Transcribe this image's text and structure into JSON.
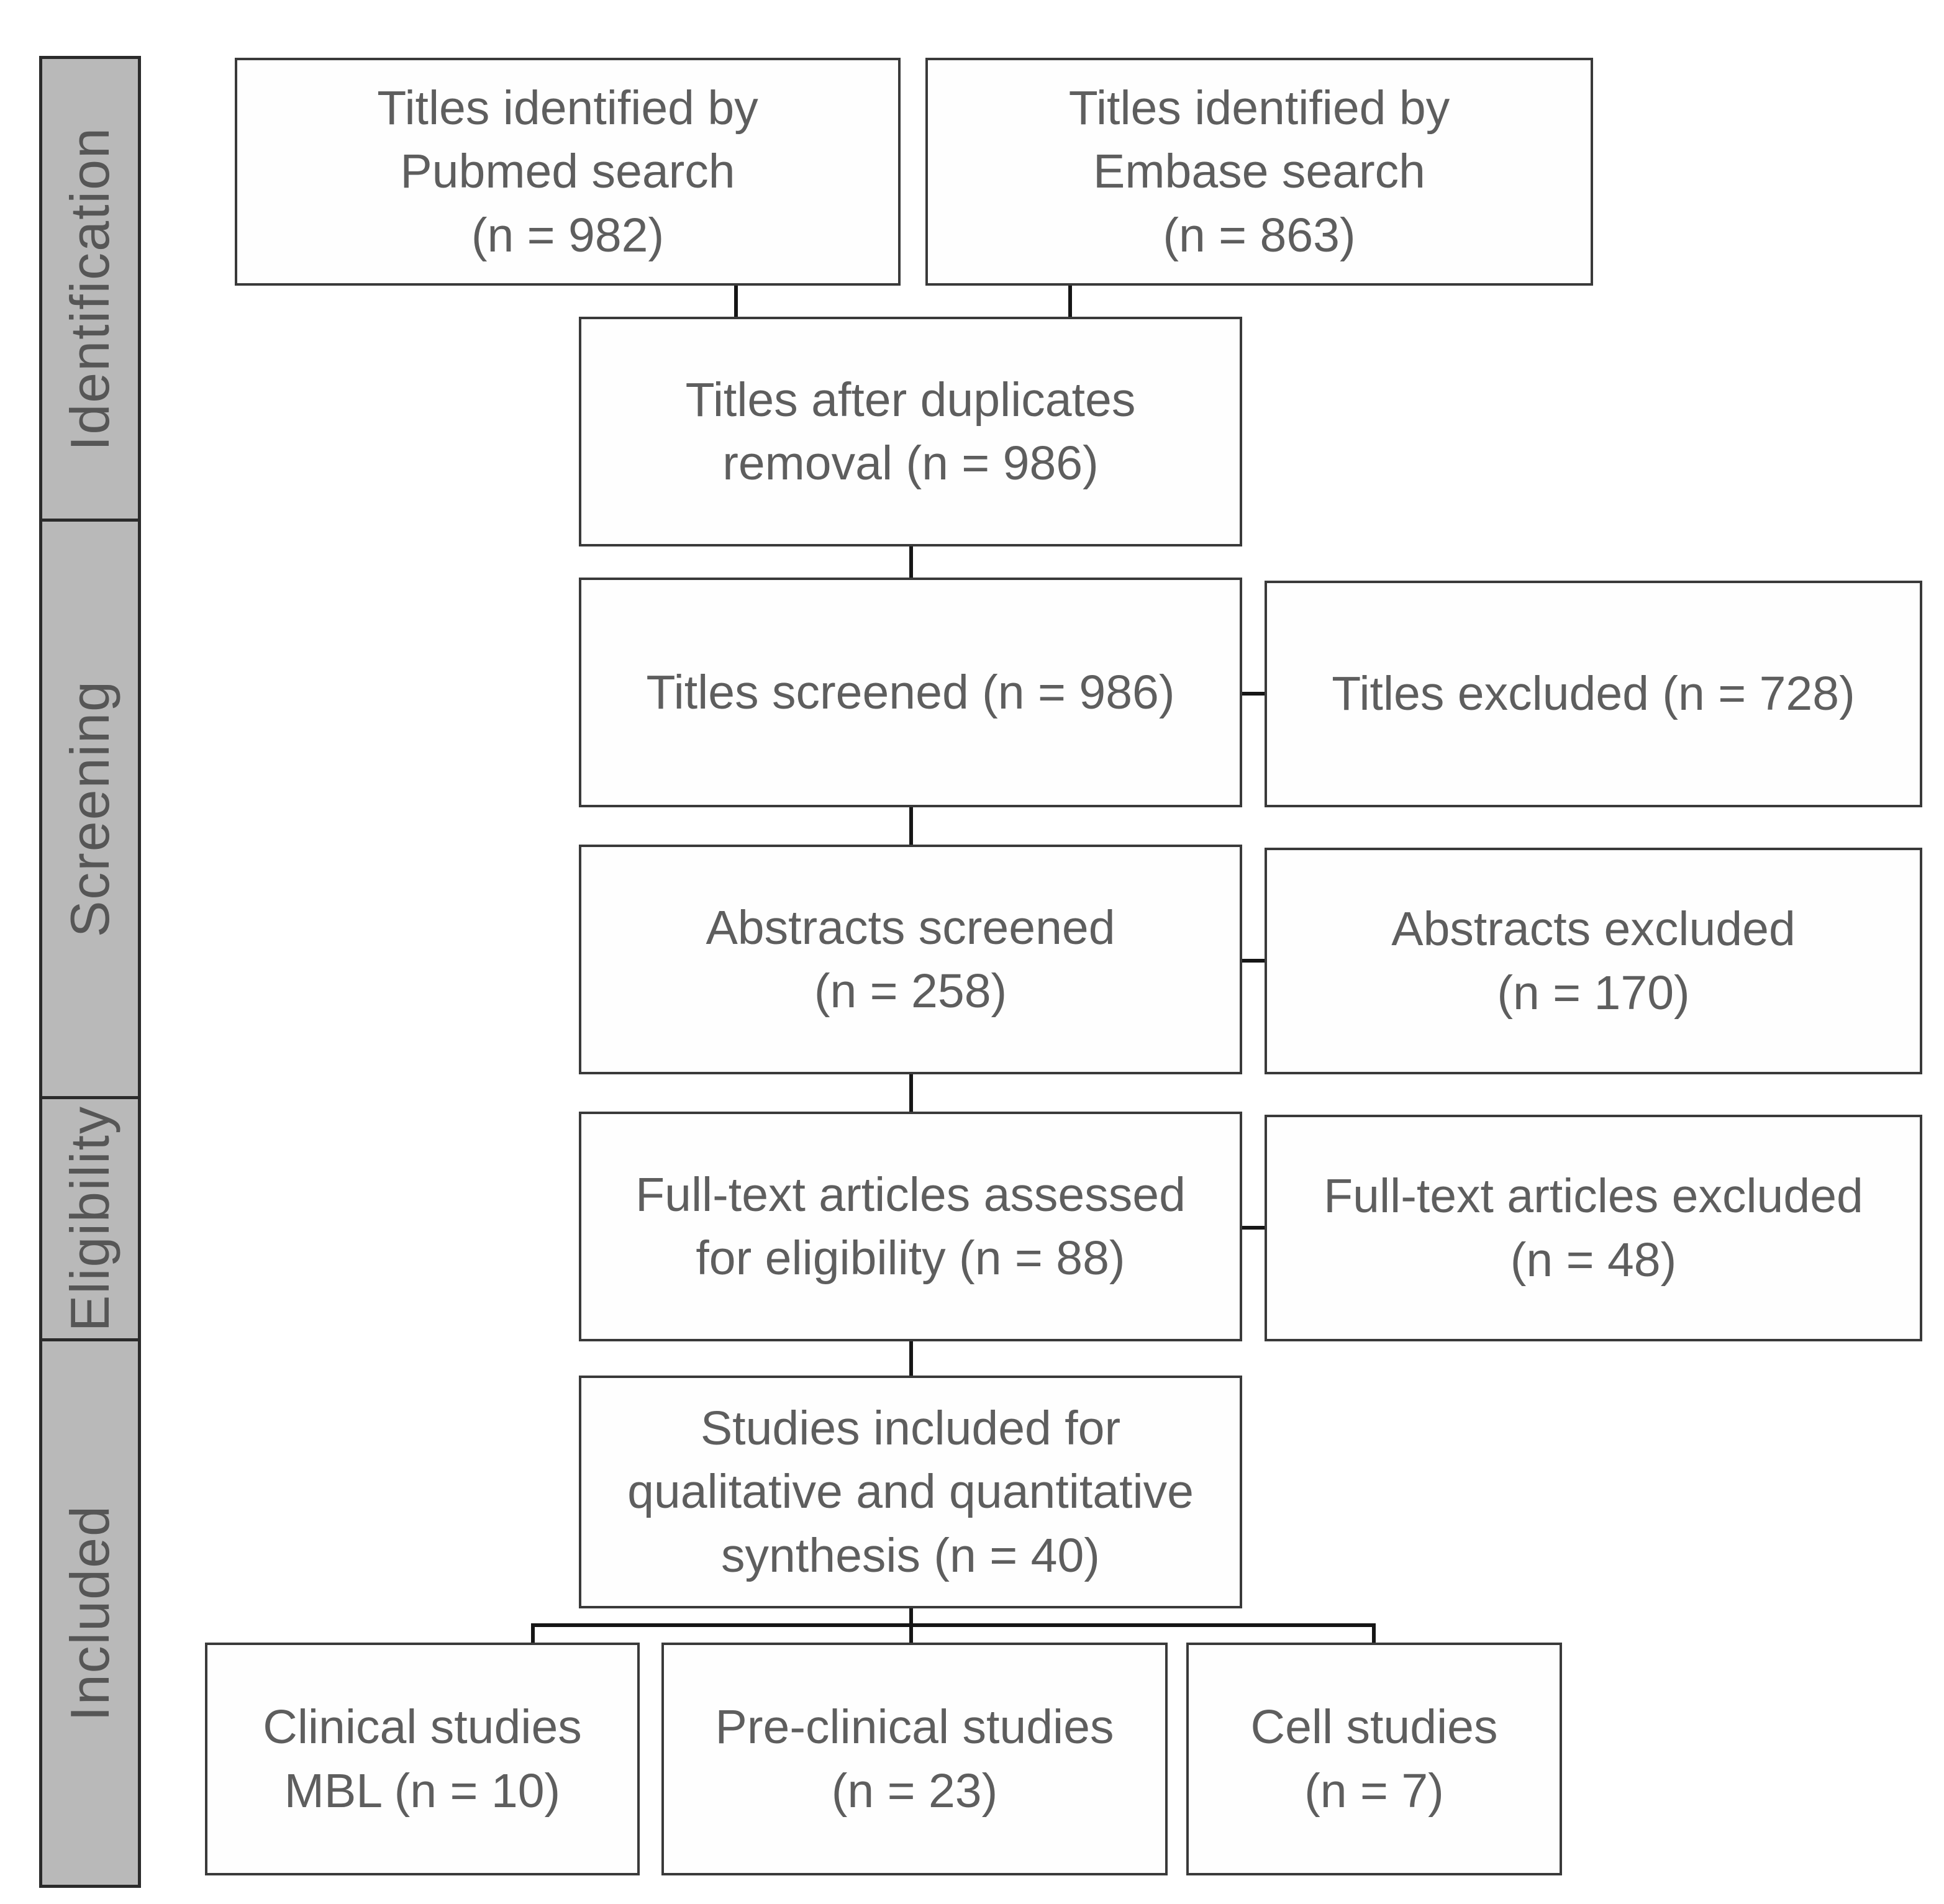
{
  "sidebar": {
    "stages": [
      {
        "label": "Identification"
      },
      {
        "label": "Screening"
      },
      {
        "label": "Eligibility"
      },
      {
        "label": "Included"
      }
    ]
  },
  "flow": {
    "identification": {
      "pubmed": {
        "text": "Titles identified by\nPubmed search\n(n = 982)",
        "n": 982
      },
      "embase": {
        "text": "Titles identified by\nEmbase search\n(n = 863)",
        "n": 863
      },
      "duplicates_removed": {
        "text": "Titles after duplicates\nremoval (n = 986)",
        "n": 986
      }
    },
    "screening": {
      "titles_screened": {
        "text": "Titles screened (n = 986)",
        "n": 986
      },
      "titles_excluded": {
        "text": "Titles excluded (n = 728)",
        "n": 728
      },
      "abstracts_screened": {
        "text": "Abstracts screened\n(n = 258)",
        "n": 258
      },
      "abstracts_excluded": {
        "text": "Abstracts excluded\n(n = 170)",
        "n": 170
      }
    },
    "eligibility": {
      "fulltext_assessed": {
        "text": "Full-text articles assessed\nfor eligibility (n = 88)",
        "n": 88
      },
      "fulltext_excluded": {
        "text": "Full-text articles excluded\n(n = 48)",
        "n": 48
      }
    },
    "included": {
      "studies_included": {
        "text": "Studies included for\nqualitative and quantitative\nsynthesis (n = 40)",
        "n": 40
      },
      "clinical_studies": {
        "text": "Clinical studies\nMBL (n = 10)",
        "n": 10
      },
      "preclinical_studies": {
        "text": "Pre-clinical studies\n(n = 23)",
        "n": 23
      },
      "cell_studies": {
        "text": "Cell studies\n(n = 7)",
        "n": 7
      }
    }
  },
  "colors": {
    "background": "#ffffff",
    "box_fill": "#fefefe",
    "box_border": "#3a3a3a",
    "box_text": "#5e5e5e",
    "sidebar_fill": "#b9b9b9",
    "sidebar_border": "#2b2b2b",
    "sidebar_text": "#565656",
    "connector": "#161616"
  }
}
